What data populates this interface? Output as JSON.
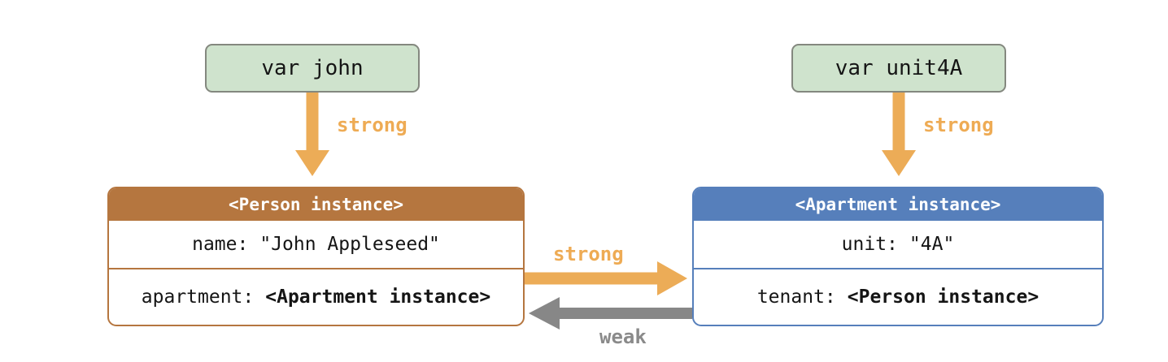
{
  "diagram": {
    "description_colors": {
      "variable_box_fill": "#cfe3cd",
      "variable_box_border": "#84887f",
      "person_accent": "#b5763f",
      "apartment_accent": "#567fbb",
      "strong_arrow": "#ecac57",
      "strong_label": "#eeab54",
      "weak_arrow": "#878787",
      "weak_label": "#8a8a8a",
      "background": "#ffffff"
    },
    "variables": {
      "john": {
        "label": "var john"
      },
      "unit4a": {
        "label": "var unit4A"
      }
    },
    "person_box": {
      "title": "<Person instance>",
      "rows": [
        {
          "label": "name:",
          "value": "\"John Appleseed\""
        },
        {
          "label": "apartment:",
          "value": "<Apartment instance>"
        }
      ]
    },
    "apartment_box": {
      "title": "<Apartment instance>",
      "rows": [
        {
          "label": "unit:",
          "value": "\"4A\""
        },
        {
          "label": "tenant:",
          "value": "<Person instance>"
        }
      ]
    },
    "arrows": {
      "john_to_person": {
        "label": "strong"
      },
      "unit4a_to_apartment": {
        "label": "strong"
      },
      "person_to_apartment": {
        "label": "strong"
      },
      "apartment_to_person": {
        "label": "weak"
      }
    }
  }
}
